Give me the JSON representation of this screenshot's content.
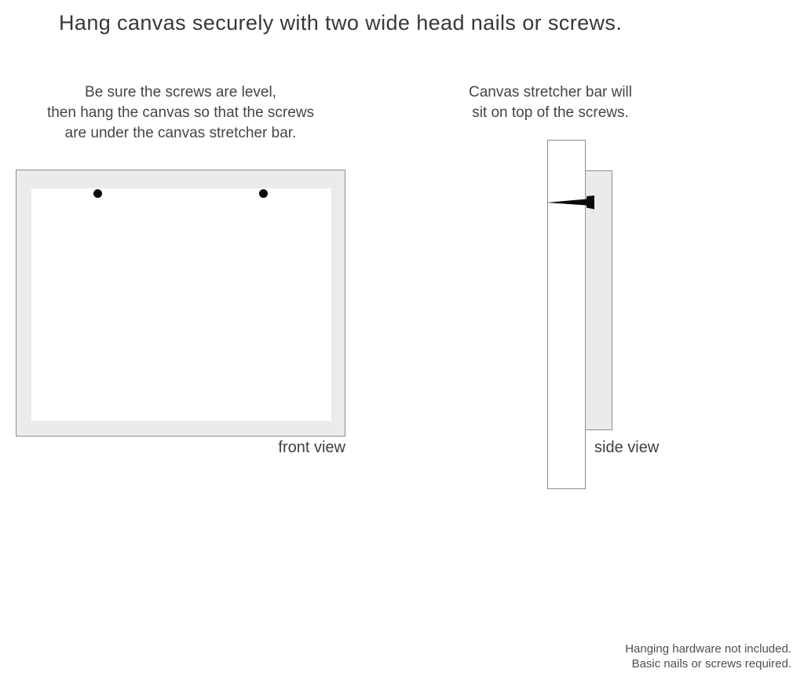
{
  "title": "Hang canvas securely with two wide head nails or screws.",
  "instructions": {
    "front": [
      "Be sure the screws are level,",
      "then hang the canvas so that the screws",
      "are under the canvas stretcher bar."
    ],
    "side": [
      "Canvas stretcher bar will",
      "sit on top of the screws."
    ]
  },
  "labels": {
    "front_view": "front view",
    "side_view": "side view"
  },
  "footer": [
    "Hanging hardware not included.",
    "Basic nails or screws required."
  ],
  "colors": {
    "canvas_gray": "#ebebeb",
    "border_gray": "#8f8f8f",
    "text_dark": "#383838",
    "text_body": "#454545",
    "nail_black": "#0a0a0a",
    "background": "#ffffff"
  }
}
